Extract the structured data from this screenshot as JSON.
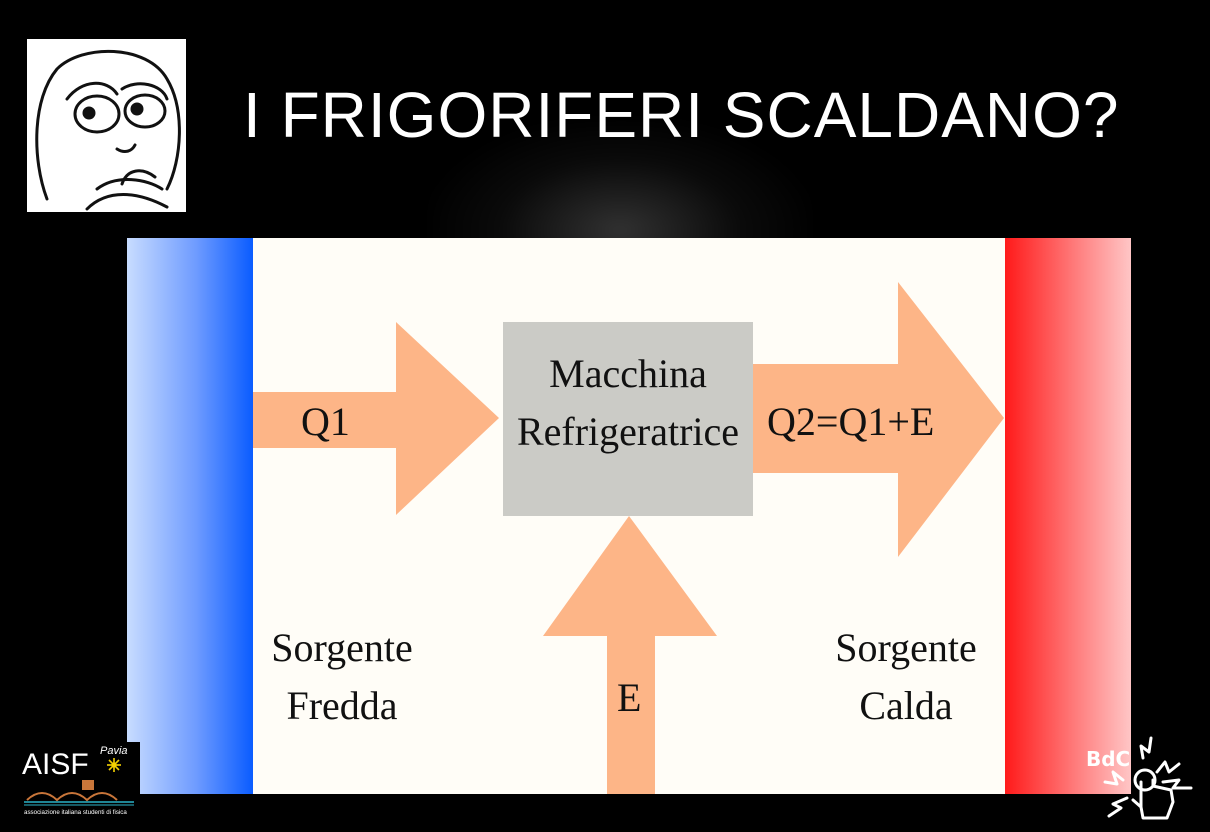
{
  "title": "I FRIGORIFERI SCALDANO?",
  "diagram": {
    "machine_line1": "Macchina",
    "machine_line2": "Refrigeratrice",
    "q1": "Q1",
    "q2": "Q2=Q1+E",
    "e": "E",
    "cold_line1": "Sorgente",
    "cold_line2": "Fredda",
    "hot_line1": "Sorgente",
    "hot_line2": "Calda"
  },
  "colors": {
    "arrow": "#fdb587",
    "machine": "#cbcbc6",
    "cold": "#0a5cff",
    "hot": "#ff1a1a"
  },
  "logos": {
    "aisf_name": "AISF",
    "aisf_city": "Pavia",
    "aisf_tagline": "associazione italiana studenti di fisica",
    "bdc": "BdC"
  }
}
